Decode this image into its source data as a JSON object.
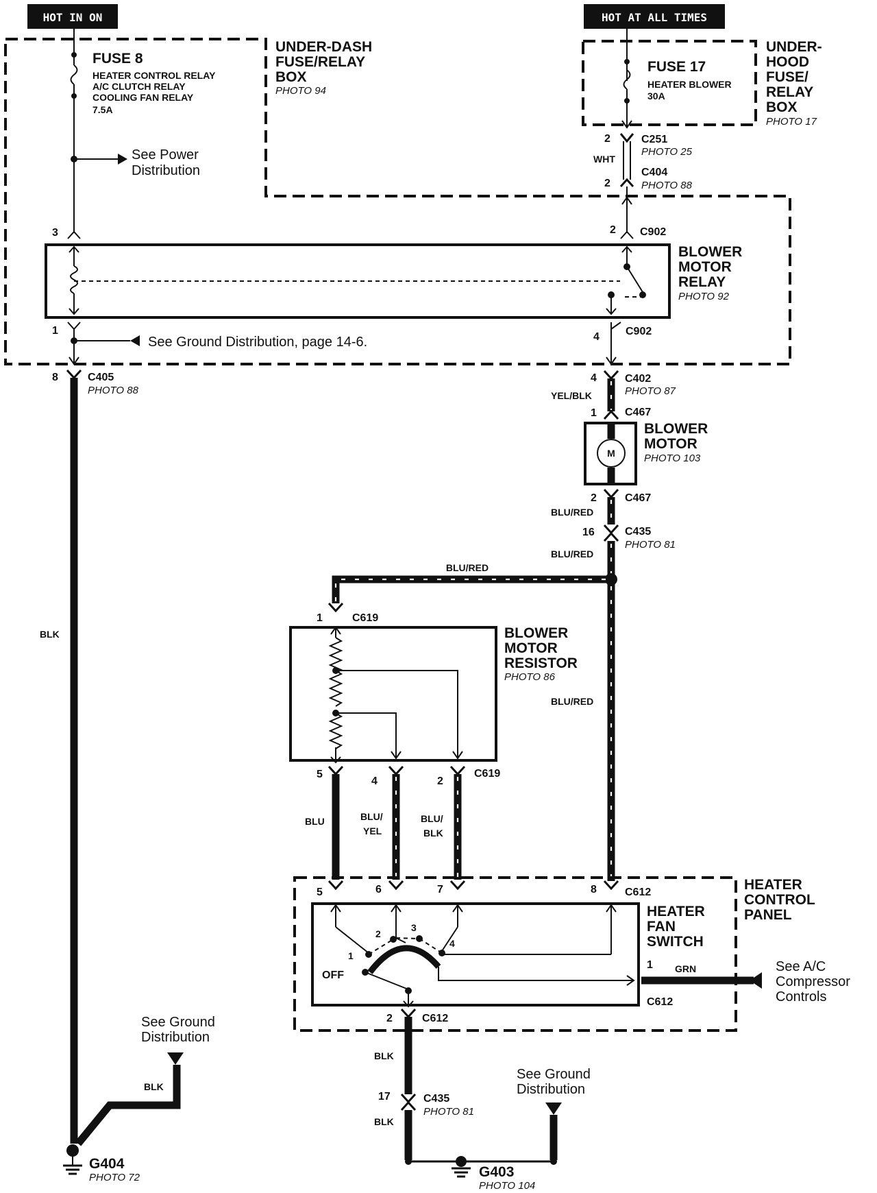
{
  "headers": {
    "left": "HOT IN ON",
    "right": "HOT AT ALL TIMES"
  },
  "fuse8": {
    "name": "FUSE 8",
    "lines": [
      "HEATER CONTROL RELAY",
      "A/C CLUTCH RELAY",
      "COOLING FAN RELAY",
      "7.5A"
    ]
  },
  "underdash_box": {
    "lines": [
      "UNDER-DASH",
      "FUSE/RELAY",
      "BOX"
    ],
    "photo": "PHOTO 94"
  },
  "power_dist": [
    "See Power",
    "Distribution"
  ],
  "fuse17": {
    "name": "FUSE 17",
    "lines": [
      "HEATER BLOWER",
      "30A"
    ]
  },
  "underhood_box": {
    "lines": [
      "UNDER-",
      "HOOD",
      "FUSE/",
      "RELAY",
      "BOX"
    ],
    "photo": "PHOTO 17"
  },
  "connectors": {
    "c251": {
      "name": "C251",
      "photo": "PHOTO 25",
      "pin": "2"
    },
    "c404": {
      "name": "C404",
      "photo": "PHOTO 88",
      "pin": "2"
    },
    "c902_top": {
      "name": "C902",
      "pin_left": "3",
      "pin_right": "2"
    },
    "c902_bot": {
      "name": "C902",
      "pin_left": "1",
      "pin_right": "4"
    },
    "c405": {
      "name": "C405",
      "photo": "PHOTO 88",
      "pin": "8"
    },
    "c402": {
      "name": "C402",
      "photo": "PHOTO 87",
      "pin": "4"
    },
    "c467_top": {
      "name": "C467",
      "pin": "1"
    },
    "c467_bot": {
      "name": "C467",
      "pin": "2"
    },
    "c435_top": {
      "name": "C435",
      "photo": "PHOTO 81",
      "pin": "16"
    },
    "c619_top": {
      "name": "C619",
      "pin": "1"
    },
    "c619_bot": {
      "name": "C619",
      "pins": [
        "5",
        "4",
        "2"
      ]
    },
    "c612_top": {
      "name": "C612",
      "pins": [
        "5",
        "6",
        "7",
        "8"
      ]
    },
    "c612_right": {
      "name": "C612",
      "pin": "1"
    },
    "c612_bot": {
      "name": "C612",
      "pin": "2"
    },
    "c435_bot": {
      "name": "C435",
      "photo": "PHOTO 81",
      "pin": "17"
    }
  },
  "blower_relay": {
    "lines": [
      "BLOWER",
      "MOTOR",
      "RELAY"
    ],
    "photo": "PHOTO 92"
  },
  "ground_dist_page": "See Ground Distribution, page 14-6.",
  "blower_motor": {
    "lines": [
      "BLOWER",
      "MOTOR"
    ],
    "photo": "PHOTO 103",
    "symbol": "M"
  },
  "resistor": {
    "lines": [
      "BLOWER",
      "MOTOR",
      "RESISTOR"
    ],
    "photo": "PHOTO 86"
  },
  "control_panel": {
    "lines": [
      "HEATER",
      "CONTROL",
      "PANEL"
    ]
  },
  "fan_switch": {
    "lines": [
      "HEATER",
      "FAN",
      "SWITCH"
    ],
    "positions": [
      "1",
      "2",
      "3",
      "4"
    ],
    "off": "OFF"
  },
  "ac_controls": [
    "See A/C",
    "Compressor",
    "Controls"
  ],
  "ground_dist_a": [
    "See Ground",
    "Distribution"
  ],
  "ground_dist_b": [
    "See Ground",
    "Distribution"
  ],
  "wires": {
    "wht": "WHT",
    "yel_blk": "YEL/BLK",
    "blu_red_1": "BLU/RED",
    "blu_red_2": "BLU/RED",
    "blu_red_h": "BLU/RED",
    "blu_red_v": "BLU/RED",
    "blk_left": "BLK",
    "blk_gd": "BLK",
    "blu": "BLU",
    "blu_yel": [
      "BLU/",
      "YEL"
    ],
    "blu_blk": [
      "BLU/",
      "BLK"
    ],
    "grn": "GRN",
    "blk_c612": "BLK",
    "blk_c435": "BLK"
  },
  "grounds": {
    "g404": {
      "name": "G404",
      "photo": "PHOTO 72"
    },
    "g403": {
      "name": "G403",
      "photo": "PHOTO 104"
    }
  }
}
